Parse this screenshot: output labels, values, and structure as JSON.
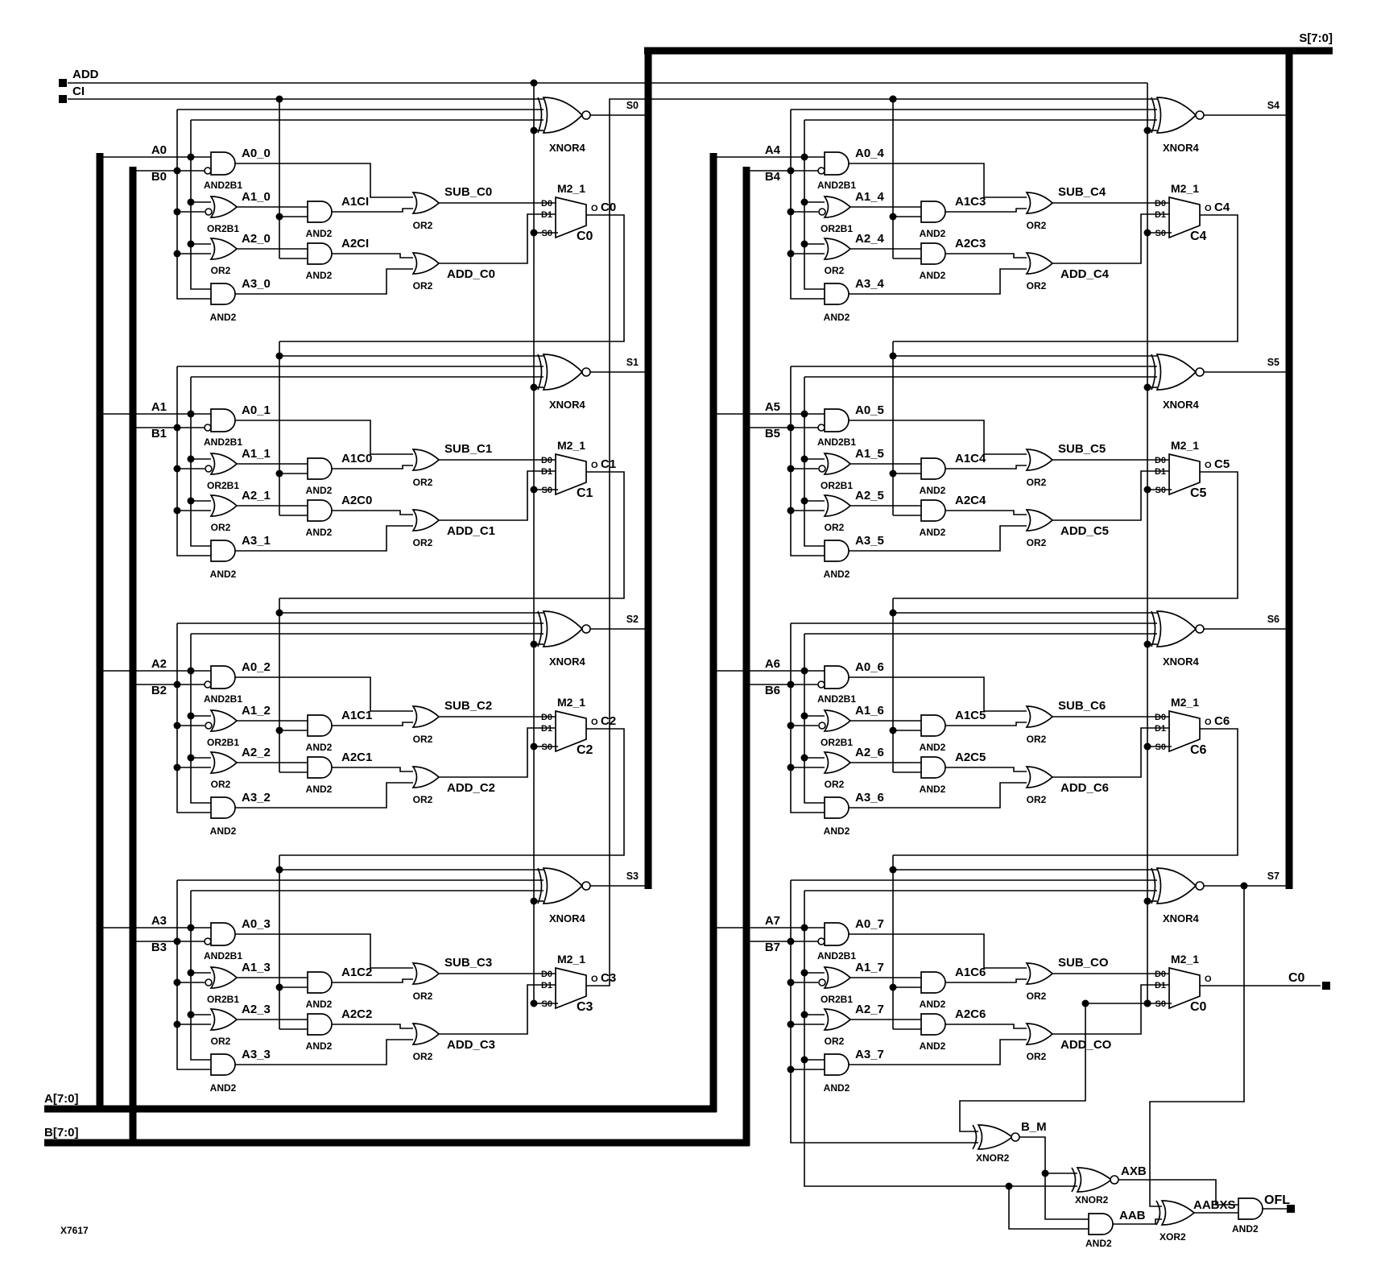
{
  "diagram": {
    "part_number": "X7617",
    "control_inputs": {
      "add": "ADD",
      "ci": "CI"
    },
    "buses": {
      "sum": "S[7:0]",
      "a": "A[7:0]",
      "b": "B[7:0]"
    },
    "final_carry_out": "C0",
    "gate_types": {
      "and2b1": "AND2B1",
      "or2b1": "OR2B1",
      "or2": "OR2",
      "and2": "AND2",
      "xnor4": "XNOR4",
      "xnor2": "XNOR2",
      "xor2": "XOR2",
      "mux": "M2_1"
    },
    "mux_pins": {
      "d0": "D0",
      "d1": "D1",
      "s0": "S0",
      "o": "O"
    },
    "overflow_nets": {
      "b_m": "B_M",
      "axb": "AXB",
      "aab": "AAB",
      "aabxs": "AABXS",
      "ofl": "OFL"
    },
    "slices": [
      {
        "a": "A0",
        "b": "B0",
        "p0": "A0_0",
        "p1": "A1_0",
        "p2": "A2_0",
        "p3": "A3_0",
        "c1": "A1CI",
        "c2": "A2CI",
        "sub": "SUB_C0",
        "add": "ADD_C0",
        "s": "S0",
        "carry": "C0",
        "inst": "C0"
      },
      {
        "a": "A1",
        "b": "B1",
        "p0": "A0_1",
        "p1": "A1_1",
        "p2": "A2_1",
        "p3": "A3_1",
        "c1": "A1C0",
        "c2": "A2C0",
        "sub": "SUB_C1",
        "add": "ADD_C1",
        "s": "S1",
        "carry": "C1",
        "inst": "C1"
      },
      {
        "a": "A2",
        "b": "B2",
        "p0": "A0_2",
        "p1": "A1_2",
        "p2": "A2_2",
        "p3": "A3_2",
        "c1": "A1C1",
        "c2": "A2C1",
        "sub": "SUB_C2",
        "add": "ADD_C2",
        "s": "S2",
        "carry": "C2",
        "inst": "C2"
      },
      {
        "a": "A3",
        "b": "B3",
        "p0": "A0_3",
        "p1": "A1_3",
        "p2": "A2_3",
        "p3": "A3_3",
        "c1": "A1C2",
        "c2": "A2C2",
        "sub": "SUB_C3",
        "add": "ADD_C3",
        "s": "S3",
        "carry": "C3",
        "inst": "C3"
      },
      {
        "a": "A4",
        "b": "B4",
        "p0": "A0_4",
        "p1": "A1_4",
        "p2": "A2_4",
        "p3": "A3_4",
        "c1": "A1C3",
        "c2": "A2C3",
        "sub": "SUB_C4",
        "add": "ADD_C4",
        "s": "S4",
        "carry": "C4",
        "inst": "C4"
      },
      {
        "a": "A5",
        "b": "B5",
        "p0": "A0_5",
        "p1": "A1_5",
        "p2": "A2_5",
        "p3": "A3_5",
        "c1": "A1C4",
        "c2": "A2C4",
        "sub": "SUB_C5",
        "add": "ADD_C5",
        "s": "S5",
        "carry": "C5",
        "inst": "C5"
      },
      {
        "a": "A6",
        "b": "B6",
        "p0": "A0_6",
        "p1": "A1_6",
        "p2": "A2_6",
        "p3": "A3_6",
        "c1": "A1C5",
        "c2": "A2C5",
        "sub": "SUB_C6",
        "add": "ADD_C6",
        "s": "S6",
        "carry": "C6",
        "inst": "C6"
      },
      {
        "a": "A7",
        "b": "B7",
        "p0": "A0_7",
        "p1": "A1_7",
        "p2": "A2_7",
        "p3": "A3_7",
        "c1": "A1C6",
        "c2": "A2C6",
        "sub": "SUB_CO",
        "add": "ADD_CO",
        "s": "S7",
        "carry": "C0",
        "inst": "C0"
      }
    ]
  }
}
